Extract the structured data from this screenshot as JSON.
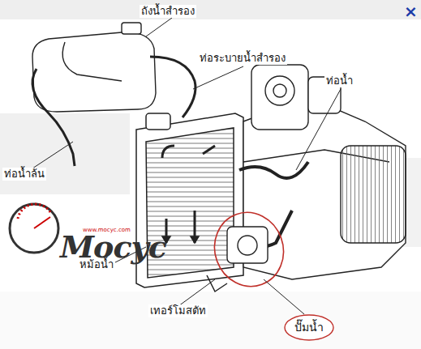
{
  "diagram": {
    "nodes": [
      {
        "text": [
          "ปั๊มน้ำ"
        ]
      }
    ],
    "labels": [
      "ถังน้ำสำรอง",
      "ท่อระบายน้ำสำรอง",
      "ท่อน้ำ",
      "ท่อน้ำล้น",
      "หม้อน้ำ",
      "เทอร์โมสตัท",
      "Mocyc",
      "www.mocyc.com",
      "×"
    ]
  }
}
